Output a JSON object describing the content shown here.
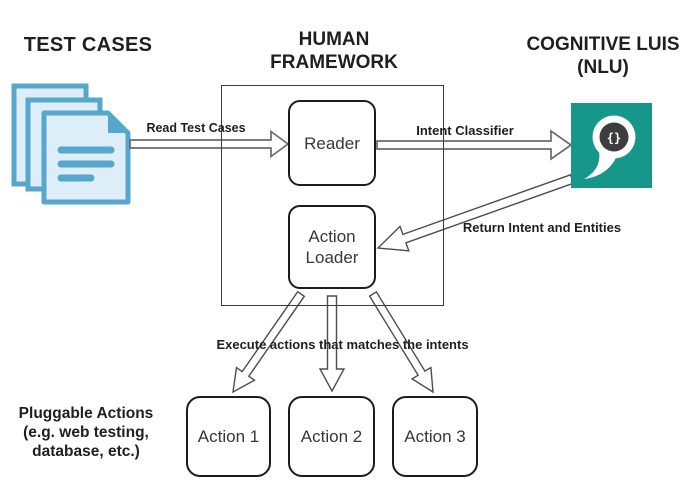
{
  "titles": {
    "test_cases": "TEST CASES",
    "human_framework": "HUMAN\nFRAMEWORK",
    "cognitive_luis": "COGNITIVE LUIS\n(NLU)",
    "pluggable_actions": "Pluggable Actions\n(e.g. web testing,\ndatabase, etc.)"
  },
  "framework": {
    "reader": "Reader",
    "action_loader": "Action\nLoader"
  },
  "arrow_labels": {
    "read_test_cases": "Read Test Cases",
    "intent_classifier": "Intent Classifier",
    "return_intent_and_entities": "Return Intent and Entities",
    "execute_actions": "Execute actions that matches the intents"
  },
  "actions": [
    "Action 1",
    "Action 2",
    "Action 3"
  ],
  "luis_logo_glyph": "{}",
  "colors": {
    "luis_teal": "#17968A",
    "doc_border": "#57A7CD",
    "doc_fill": "#DDEEF8",
    "logo_circle_dark": "#3D3D3D",
    "arrow_outline_gray": "#6B6B6B",
    "arrow_outline_dark": "#4D4D4D"
  }
}
